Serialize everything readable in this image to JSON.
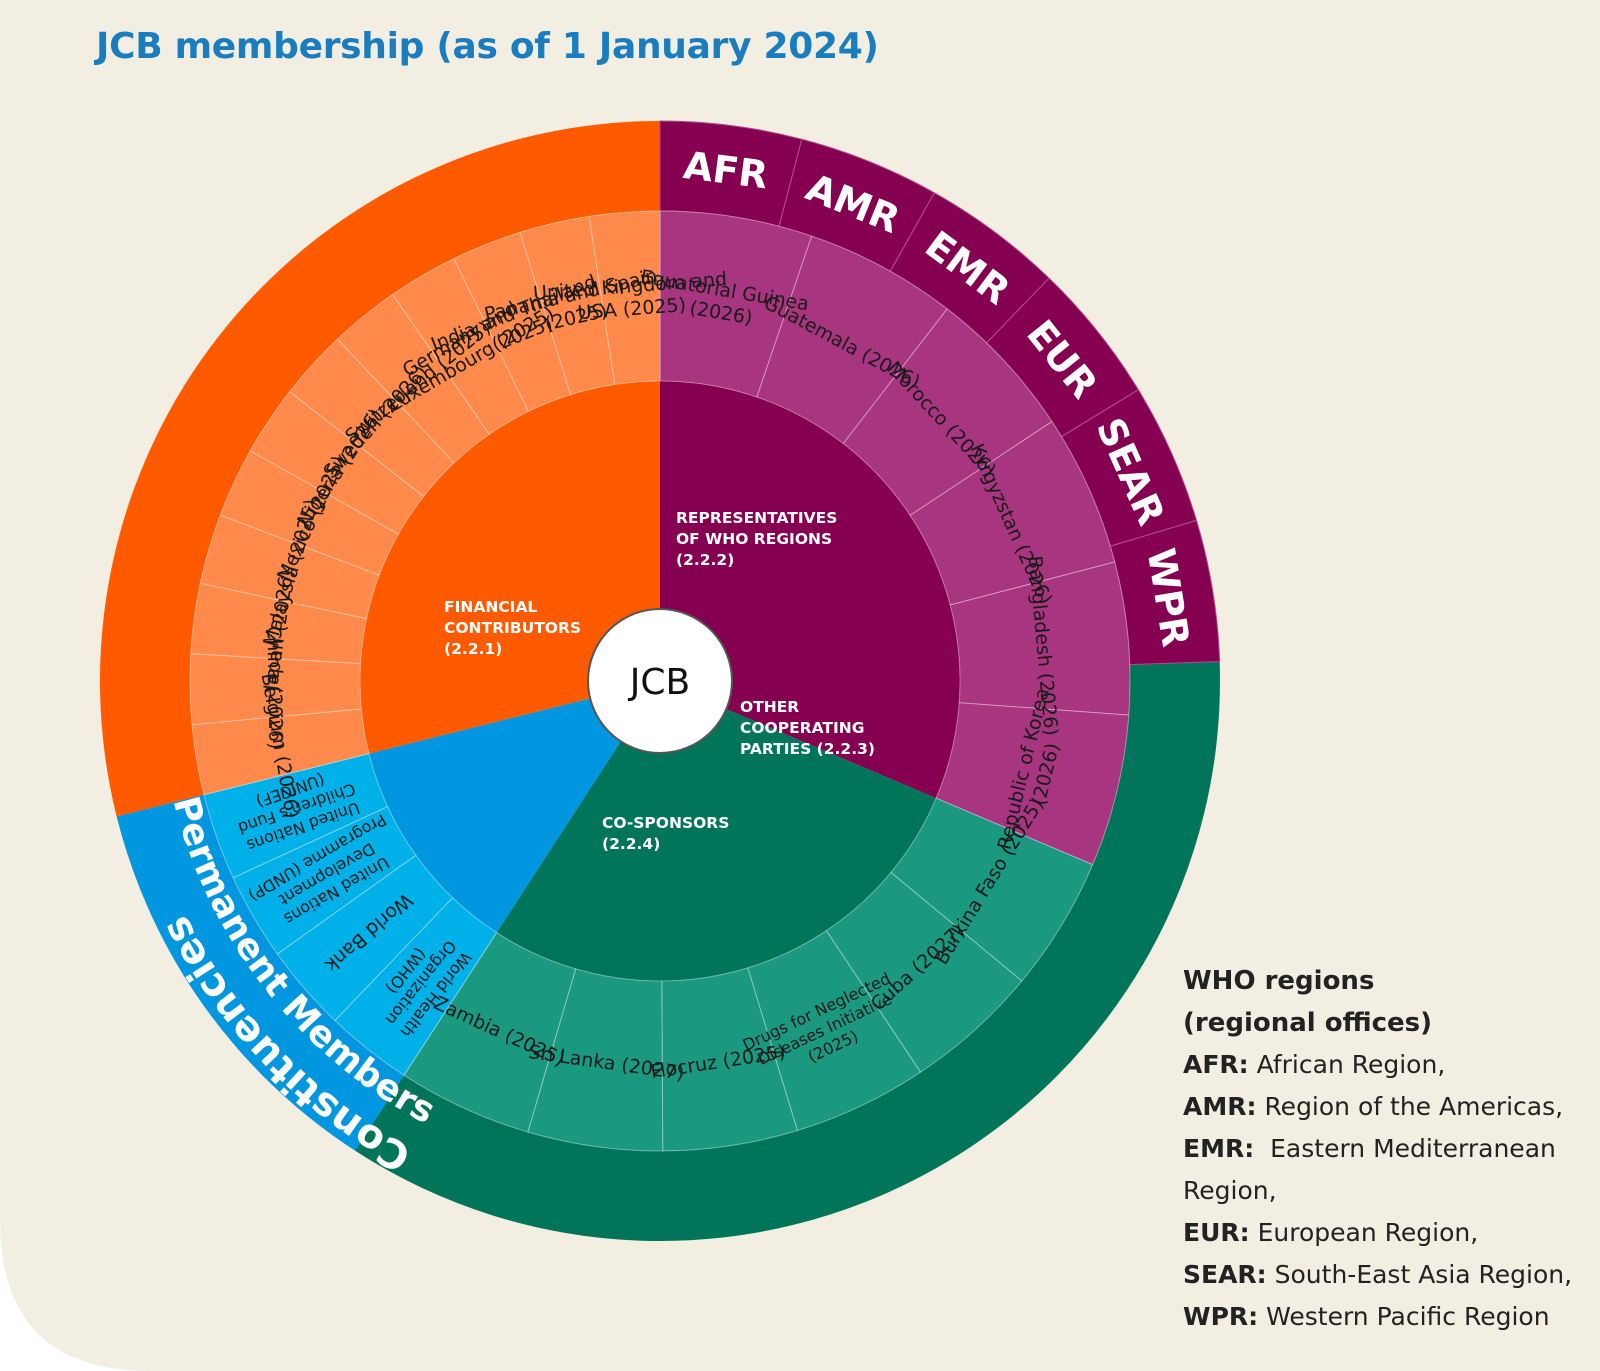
{
  "title": "JCB membership (as of 1 January 2024)",
  "colors": {
    "background": "#f2eee1",
    "orange_dark": "#ff5a00",
    "orange_light": "#ff8a4c",
    "purple_dark": "#850050",
    "purple_light": "#a8357f",
    "green_dark": "#00755a",
    "green_light": "#1b9880",
    "blue_dark": "#0096e0",
    "blue_light": "#00b0e8",
    "title": "#1a7dbf"
  },
  "center": {
    "label": "JCB"
  },
  "outer_ring": {
    "constituencies": "Constituencies",
    "permanent_members": "Permanent Members",
    "regions": [
      "AFR",
      "AMR",
      "EMR",
      "EUR",
      "SEAR",
      "WPR"
    ]
  },
  "groups": [
    {
      "id": "financial",
      "label_lines": [
        "FINANCIAL",
        "CONTRIBUTORS",
        "(2.2.1)"
      ],
      "color_inner": "#ff5a00",
      "color_members": "#ff8a4c",
      "members": [
        "Belgium (2026)",
        "China (2026)",
        "Japan (2026)",
        "Malaysia (2025)",
        "Mexico (2025)",
        "Nigeria (2026)",
        "Sweden (2026)",
        "Switzerland (2025)",
        "Germany and Luxembourg (2025)",
        "India and Thailand (2025)",
        "Panama and Spain (2025)",
        "United Kingdom and USA (2025)"
      ]
    },
    {
      "id": "regions",
      "label_lines": [
        "REPRESENTATIVES",
        "OF WHO REGIONS",
        "(2.2.2)"
      ],
      "color_inner": "#850050",
      "color_members": "#a8357f",
      "members": [
        "Equatorial Guinea (2026)",
        "Guatemala (2026)",
        "Morocco (2026)",
        "Kyrgyzstan (2026)",
        "Bangladesh (2026)",
        "Republic of Korea (2026)"
      ]
    },
    {
      "id": "other",
      "label_lines": [
        "OTHER",
        "COOPERATING",
        "PARTIES (2.2.3)"
      ],
      "color_inner": "#00755a",
      "color_members": "#1b9880",
      "members": [
        "Burkina Faso (2025)",
        "Cuba (2027)",
        "Drugs for Neglected Diseases Initiative (2025)",
        "Fiocruz (2025)",
        "Sri Lanka (2027)",
        "Zambia (2025)"
      ]
    },
    {
      "id": "cosponsors",
      "label_lines": [
        "CO-SPONSORS",
        "(2.2.4)"
      ],
      "color_inner": "#0096e0",
      "color_members": "#00b0e8",
      "members": [
        "World Health Organization (WHO)",
        "World Bank",
        "United Nations Development Programme (UNDP)",
        "United Nations Children's Fund (UNICEF)"
      ]
    }
  ],
  "legend": {
    "heading_line1": "WHO regions",
    "heading_line2": "(regional offices)",
    "items": [
      {
        "code": "AFR:",
        "name": "African Region,"
      },
      {
        "code": "AMR:",
        "name": "Region of the Americas,"
      },
      {
        "code": "EMR:",
        "name": "Eastern Mediterranean Region,"
      },
      {
        "code": "EUR:",
        "name": "European Region,"
      },
      {
        "code": "SEAR:",
        "name": "South-East Asia Region,"
      },
      {
        "code": "WPR:",
        "name": "Western Pacific Region"
      }
    ]
  }
}
